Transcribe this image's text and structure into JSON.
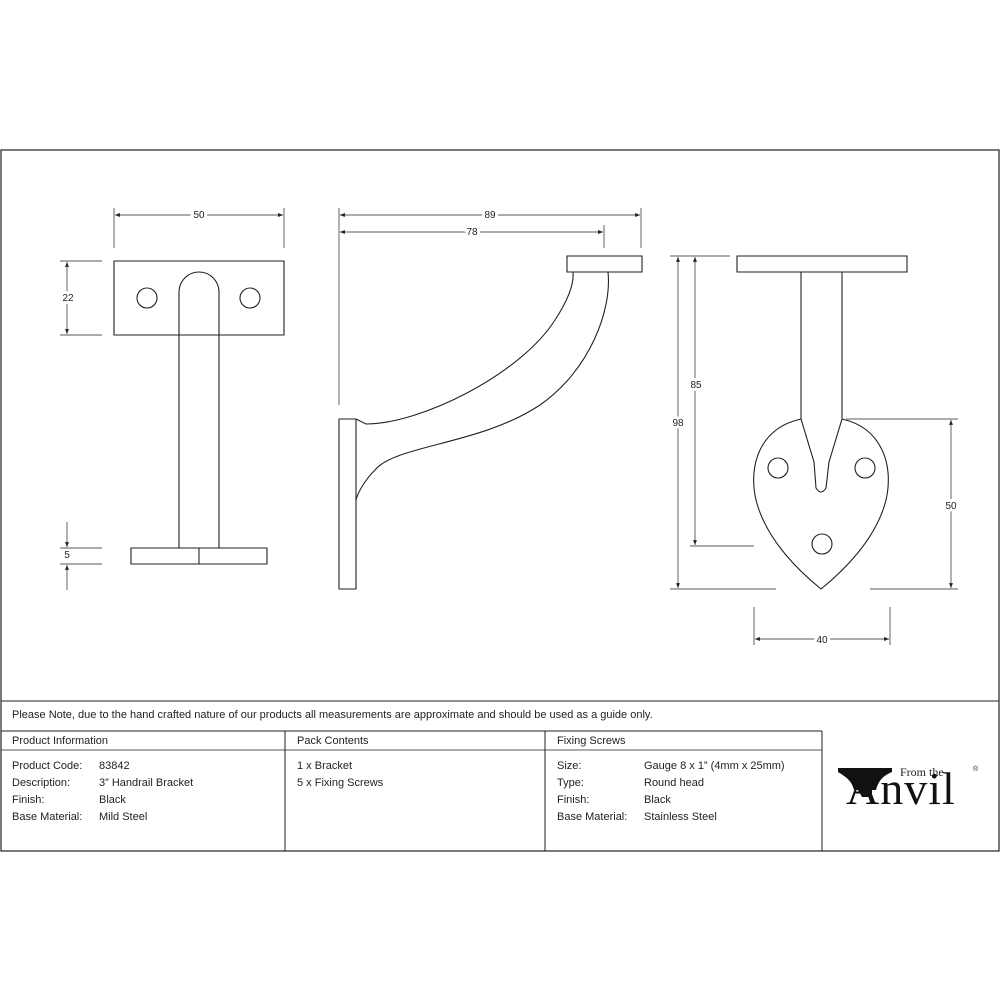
{
  "dimensions": {
    "front_width": "50",
    "front_plate_height": "22",
    "front_foot_height": "5",
    "side_total_length": "89",
    "side_projection": "78",
    "rear_plate_height": "85",
    "rear_total_height": "98",
    "rear_heart_height": "50",
    "rear_heart_width": "40"
  },
  "note": "Please Note, due to the hand crafted nature of our products all measurements are approximate and should be used as a guide only.",
  "product_info": {
    "header": "Product Information",
    "rows": [
      {
        "label": "Product Code:",
        "value": "83842"
      },
      {
        "label": "Description:",
        "value": "3” Handrail Bracket"
      },
      {
        "label": "Finish:",
        "value": "Black"
      },
      {
        "label": "Base Material:",
        "value": "Mild Steel"
      }
    ]
  },
  "pack_contents": {
    "header": "Pack Contents",
    "items": [
      "1 x Bracket",
      "5 x Fixing Screws"
    ]
  },
  "fixing_screws": {
    "header": "Fixing Screws",
    "rows": [
      {
        "label": "Size:",
        "value": "Gauge 8 x 1” (4mm x 25mm)"
      },
      {
        "label": "Type:",
        "value": "Round head"
      },
      {
        "label": "Finish:",
        "value": "Black"
      },
      {
        "label": "Base Material:",
        "value": "Stainless Steel"
      }
    ]
  },
  "logo": {
    "prefix": "From the",
    "name": "Anvil",
    "mark": "®"
  }
}
